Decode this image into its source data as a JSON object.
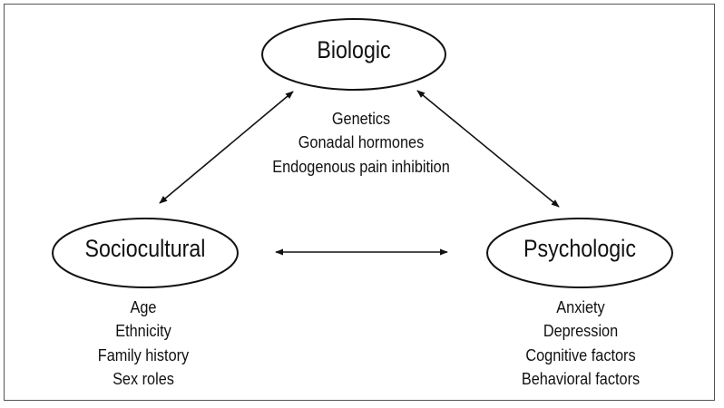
{
  "nodes": {
    "biologic": {
      "title": "Biologic",
      "factors": [
        "Genetics",
        "Gonadal hormones",
        "Endogenous pain inhibition"
      ]
    },
    "sociocultural": {
      "title": "Sociocultural",
      "factors": [
        "Age",
        "Ethnicity",
        "Family history",
        "Sex roles"
      ]
    },
    "psychologic": {
      "title": "Psychologic",
      "factors": [
        "Anxiety",
        "Depression",
        "Cognitive factors",
        "Behavioral factors"
      ]
    }
  },
  "arrows": [
    {
      "from": "sociocultural",
      "to": "biologic",
      "direction": "bidirectional"
    },
    {
      "from": "biologic",
      "to": "psychologic",
      "direction": "bidirectional"
    },
    {
      "from": "sociocultural",
      "to": "psychologic",
      "direction": "bidirectional"
    }
  ],
  "colors": {
    "stroke": "#111111",
    "text": "#111111",
    "frame": "#555555",
    "background": "#ffffff"
  }
}
